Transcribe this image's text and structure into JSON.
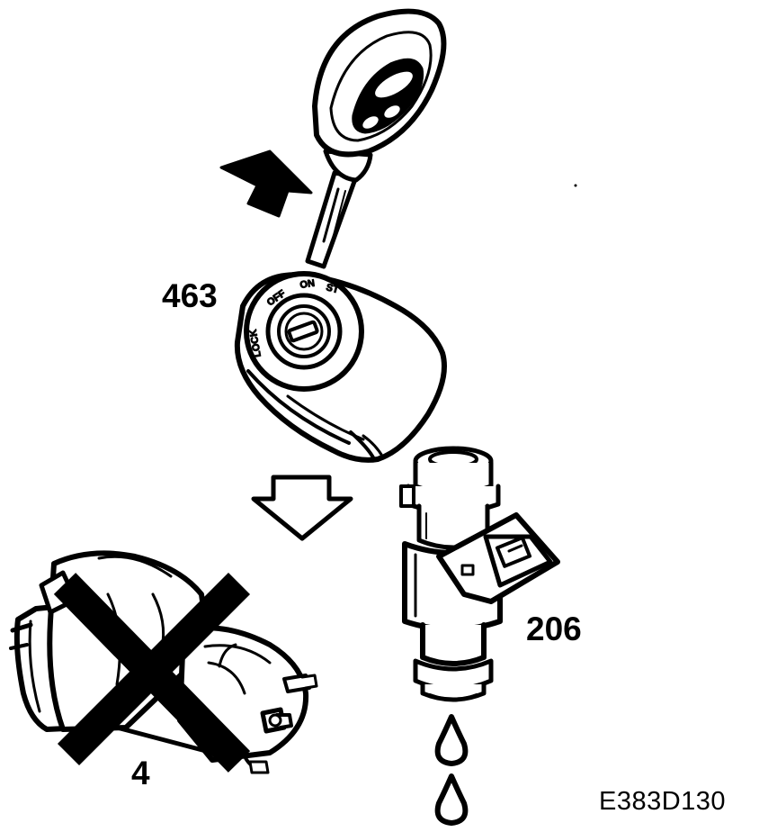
{
  "labels": {
    "ignition_switch": "463",
    "injector": "206",
    "starter_motor": "4",
    "figure_code": "E383D130"
  },
  "switch_positions": {
    "lock": "LOCK",
    "off": "OFF",
    "on": "ON",
    "start": "ST"
  },
  "colors": {
    "ink": "#000000",
    "paper": "#ffffff"
  },
  "icons": {
    "key": "key-fob-icon",
    "arrow_up": "arrow-up-right-icon",
    "arrow_down": "arrow-down-outline-icon",
    "cross": "cross-out-icon",
    "drop": "fuel-drop-icon"
  }
}
